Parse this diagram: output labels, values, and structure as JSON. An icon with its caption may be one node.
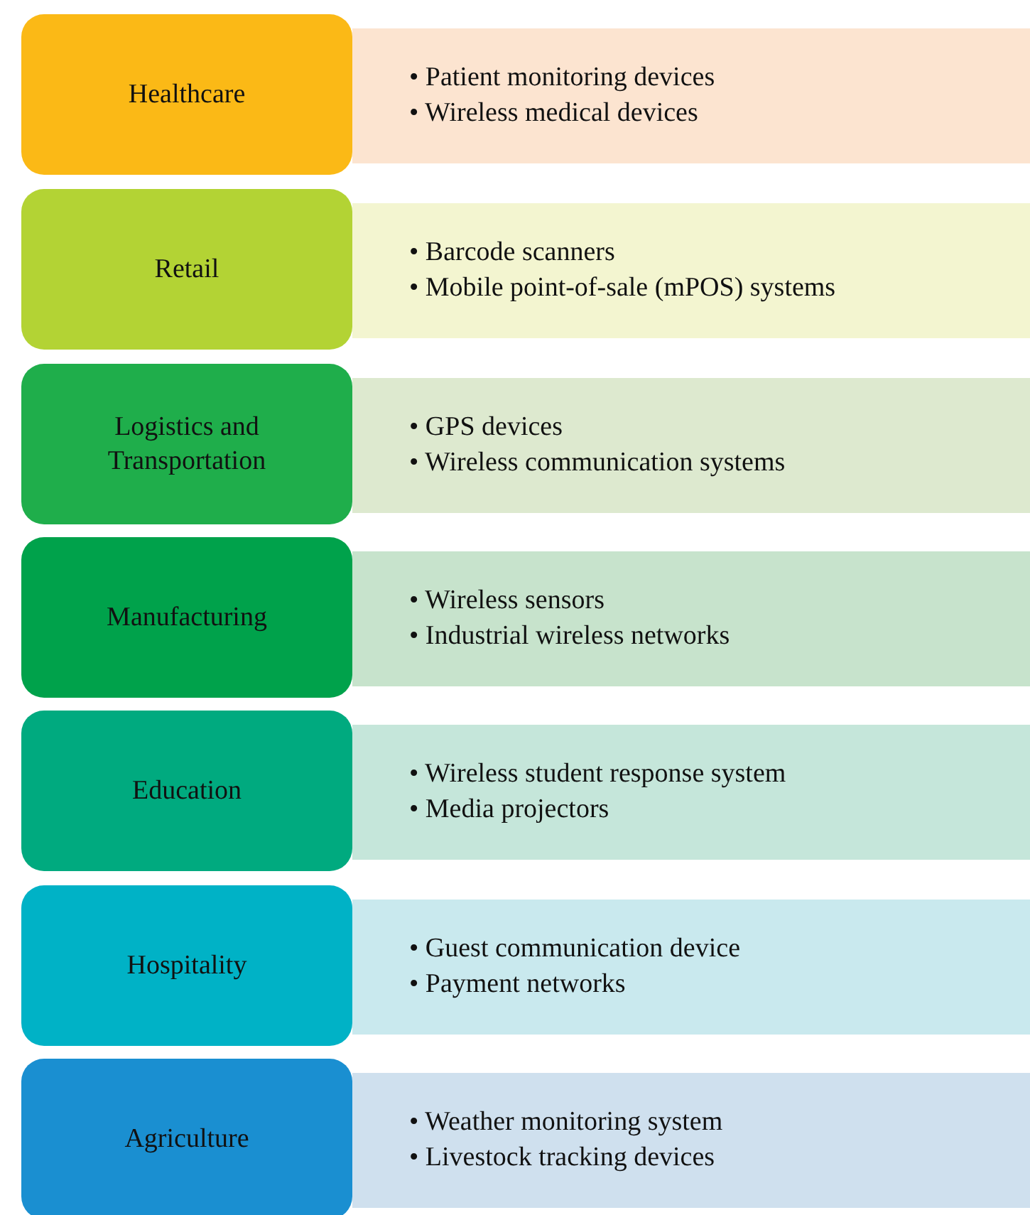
{
  "diagram": {
    "nodes": [
      {
        "text": [
          "Healthcare"
        ]
      },
      {
        "text": [
          "• Patient monitoring devices",
          "• Wireless medical devices"
        ]
      },
      {
        "text": [
          "Retail"
        ]
      },
      {
        "text": [
          "• Barcode scanners",
          "• Mobile point-of-sale (mPOS) systems"
        ]
      },
      {
        "text": [
          "Logistics and Transportation"
        ]
      },
      {
        "text": [
          "• GPS devices",
          "• Wireless communication systems"
        ]
      },
      {
        "text": [
          "Manufacturing"
        ]
      },
      {
        "text": [
          "• Wireless sensors",
          "• Industrial wireless networks"
        ]
      },
      {
        "text": [
          "Education"
        ]
      },
      {
        "text": [
          "• Wireless student response system",
          "• Media projectors"
        ]
      },
      {
        "text": [
          "Hospitality"
        ]
      },
      {
        "text": [
          "• Guest communication device",
          "• Payment networks"
        ]
      },
      {
        "text": [
          "Agriculture"
        ]
      },
      {
        "text": [
          "• Weather monitoring system",
          "• Livestock tracking devices"
        ]
      }
    ],
    "edges": []
  }
}
